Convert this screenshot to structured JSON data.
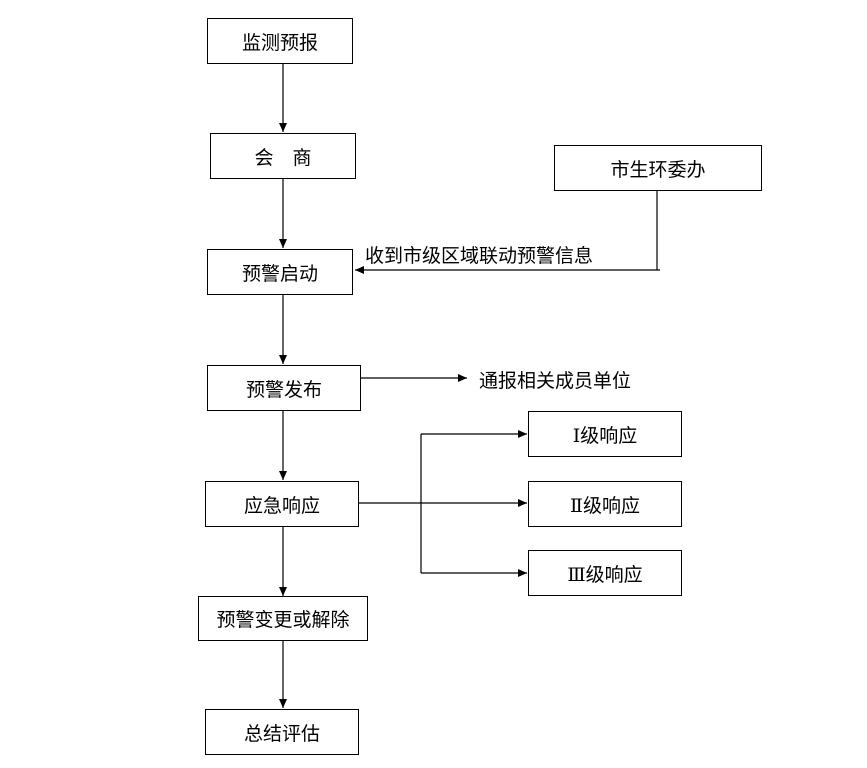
{
  "nodes": {
    "monitor": "监测预报",
    "consult": "会　商",
    "bureau": "市生环委办",
    "start": "预警启动",
    "publish": "预警发布",
    "respond": "应急响应",
    "level1": "Ⅰ级响应",
    "level2": "Ⅱ级响应",
    "level3": "Ⅲ级响应",
    "change": "预警变更或解除",
    "evaluate": "总结评估"
  },
  "labels": {
    "regional_info": "收到市级区域联动预警信息",
    "notify": "通报相关成员单位"
  }
}
